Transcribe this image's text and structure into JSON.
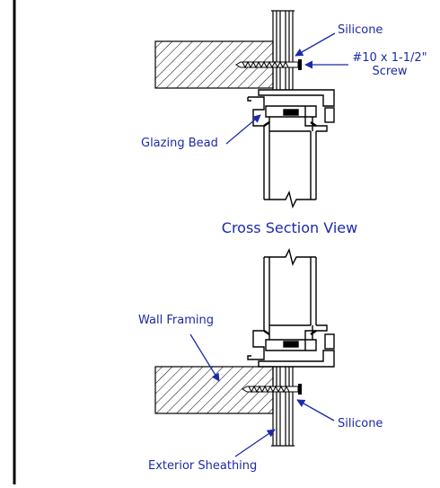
{
  "diagram": {
    "title": "Cross Section View",
    "labels": {
      "silicone_top": "Silicone",
      "screw_line1": "#10 x 1-1/2\"",
      "screw_line2": "Screw",
      "glazing_bead": "Glazing Bead",
      "wall_framing": "Wall Framing",
      "silicone_bottom": "Silicone",
      "exterior_sheathing": "Exterior Sheathing"
    },
    "colors": {
      "annotation": "#1c2aa8",
      "line": "#000000",
      "background": "#ffffff"
    }
  }
}
